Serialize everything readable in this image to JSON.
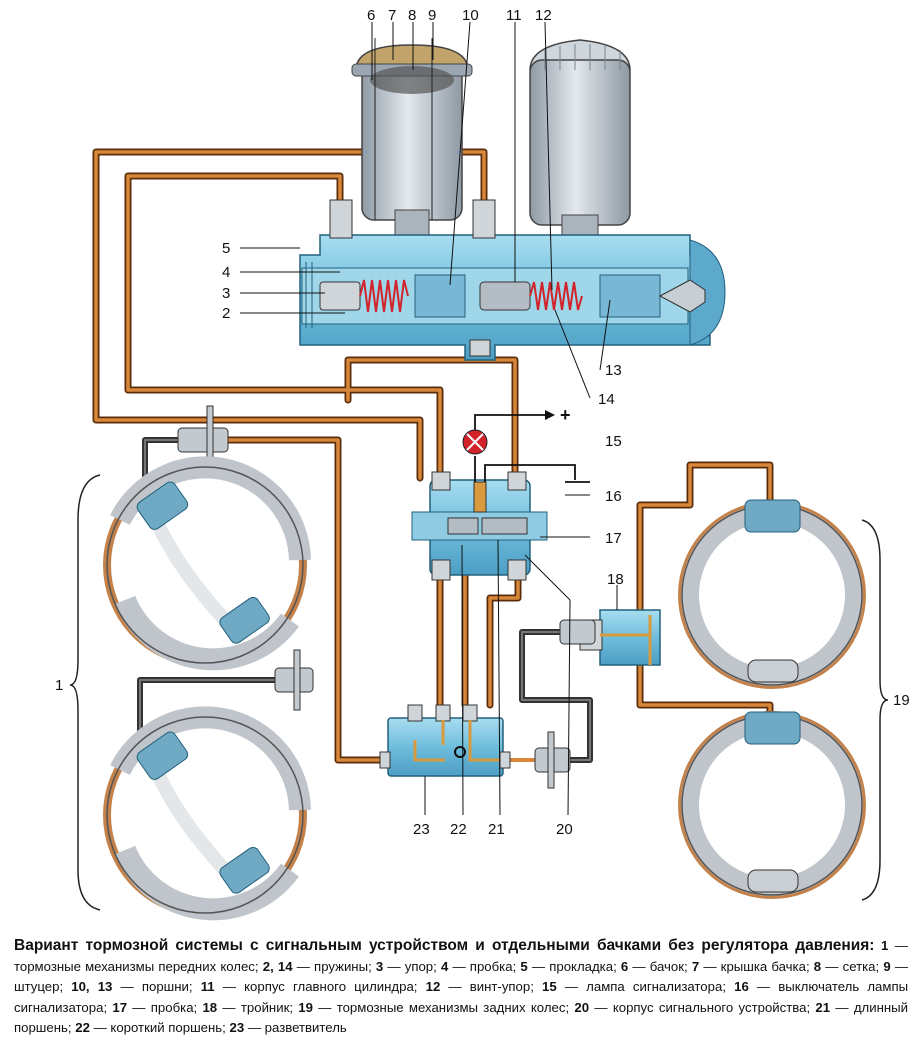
{
  "labels": {
    "n1": "1",
    "n2": "2",
    "n3": "3",
    "n4": "4",
    "n5": "5",
    "n6": "6",
    "n7": "7",
    "n8": "8",
    "n9": "9",
    "n10": "10",
    "n11": "11",
    "n12": "12",
    "n13": "13",
    "n14": "14",
    "n15": "15",
    "n16": "16",
    "n17": "17",
    "n18": "18",
    "n19": "19",
    "n20": "20",
    "n21": "21",
    "n22": "22",
    "n23": "23",
    "plus": "+"
  },
  "caption": {
    "title": "Вариант тормозной системы с сигнальным устройством и отдельными бачками без регулятора давления:",
    "items": [
      {
        "term": "1",
        "text": "тормозные механизмы передних колес"
      },
      {
        "term": "2, 14",
        "text": "пружины"
      },
      {
        "term": "3",
        "text": "упор"
      },
      {
        "term": "4",
        "text": "пробка"
      },
      {
        "term": "5",
        "text": "прокладка"
      },
      {
        "term": "6",
        "text": "бачок"
      },
      {
        "term": "7",
        "text": "крышка бачка"
      },
      {
        "term": "8",
        "text": "сетка"
      },
      {
        "term": "9",
        "text": "штуцер"
      },
      {
        "term": "10, 13",
        "text": "поршни"
      },
      {
        "term": "11",
        "text": "корпус главного цилиндра"
      },
      {
        "term": "12",
        "text": "винт-упор"
      },
      {
        "term": "15",
        "text": "лампа сигнализатора"
      },
      {
        "term": "16",
        "text": "выключатель лампы сигнализатора"
      },
      {
        "term": "17",
        "text": "пробка"
      },
      {
        "term": "18",
        "text": "тройник"
      },
      {
        "term": "19",
        "text": "тормозные механизмы задних колес"
      },
      {
        "term": "20",
        "text": "корпус сигнального устройства"
      },
      {
        "term": "21",
        "text": "длинный поршень"
      },
      {
        "term": "22",
        "text": "короткий поршень"
      },
      {
        "term": "23",
        "text": "разветвитель"
      }
    ]
  },
  "colors": {
    "body": "#7ec8e3",
    "body_dark": "#3a8fb5",
    "pipe": "#c8792a",
    "hose": "#444444",
    "reservoir": "#b8c2cc",
    "spring": "#d2232a",
    "lamp": "#d2232a",
    "shoe": "#a6adb3",
    "lining": "#c4824a"
  }
}
